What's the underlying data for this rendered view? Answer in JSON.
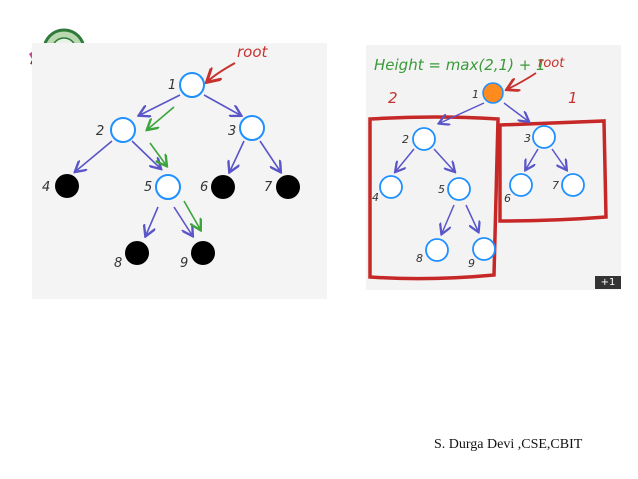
{
  "logo": {
    "icon": "college-seal-icon"
  },
  "left_diagram": {
    "root_label": "root",
    "node_labels": [
      "1",
      "2",
      "3",
      "4",
      "5",
      "6",
      "7",
      "8",
      "9"
    ]
  },
  "right_diagram": {
    "formula": "Height = max(2,1) + 1",
    "root_label": "root",
    "left_subtree_height": "2",
    "right_subtree_height": "1",
    "node_labels": [
      "1",
      "2",
      "3",
      "4",
      "5",
      "6",
      "7",
      "8",
      "9"
    ],
    "overlay_badge": "+1"
  },
  "colors": {
    "node_outline": "#1e90ff",
    "leaf_fill": "#000000",
    "arrow_blue": "#5a55c8",
    "arrow_green": "#3aa53a",
    "root_arrow": "#c8322e",
    "box_red": "#c62828",
    "root_fill": "#ff8a1e",
    "formula_green": "#3a9a3a"
  },
  "footer": {
    "credit": "S. Durga Devi ,CSE,CBIT"
  }
}
